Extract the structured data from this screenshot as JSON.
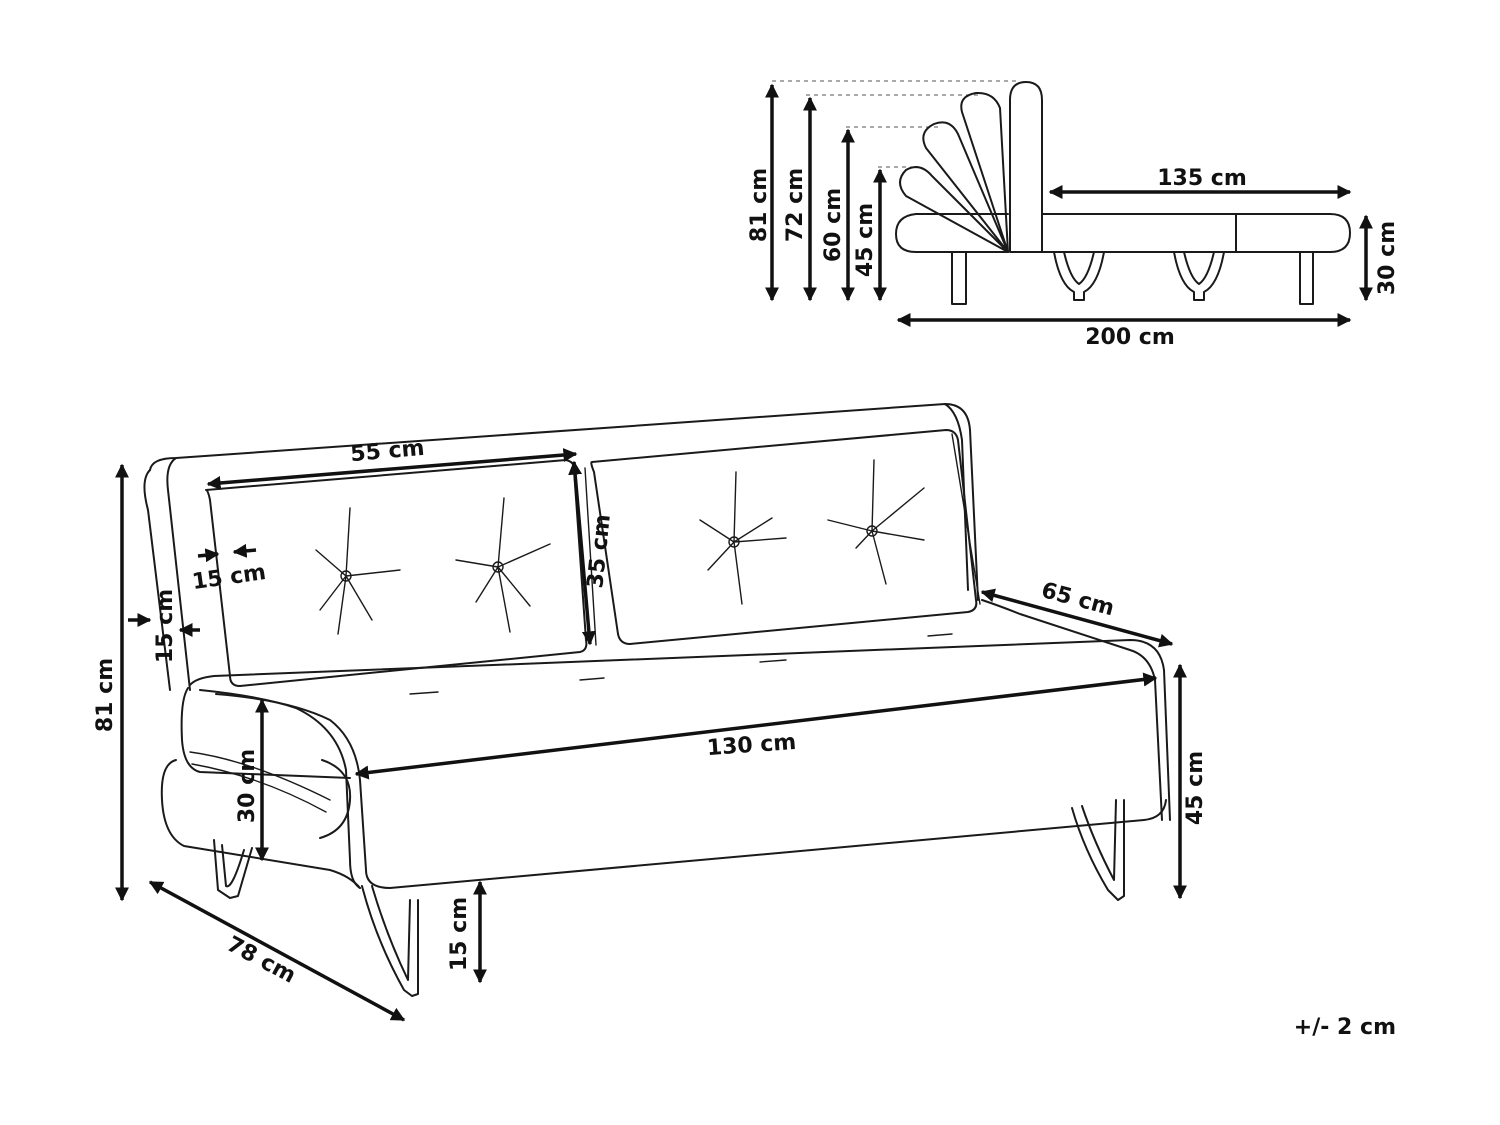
{
  "side_view": {
    "height_total": "81 cm",
    "height_72": "72 cm",
    "height_60": "60 cm",
    "height_45": "45 cm",
    "seat_depth": "135 cm",
    "mattress_thickness": "30 cm",
    "total_length": "200 cm"
  },
  "front_view": {
    "cushion_width": "55 cm",
    "cushion_height": "35 cm",
    "cushion_thickness": "15 cm",
    "backrest_thickness": "15 cm",
    "total_height": "81 cm",
    "armrest_height": "30 cm",
    "seat_depth": "65 cm",
    "seat_width": "130 cm",
    "seat_height": "45 cm",
    "leg_height": "15 cm",
    "total_depth": "78 cm"
  },
  "tolerance": "+/- 2 cm"
}
